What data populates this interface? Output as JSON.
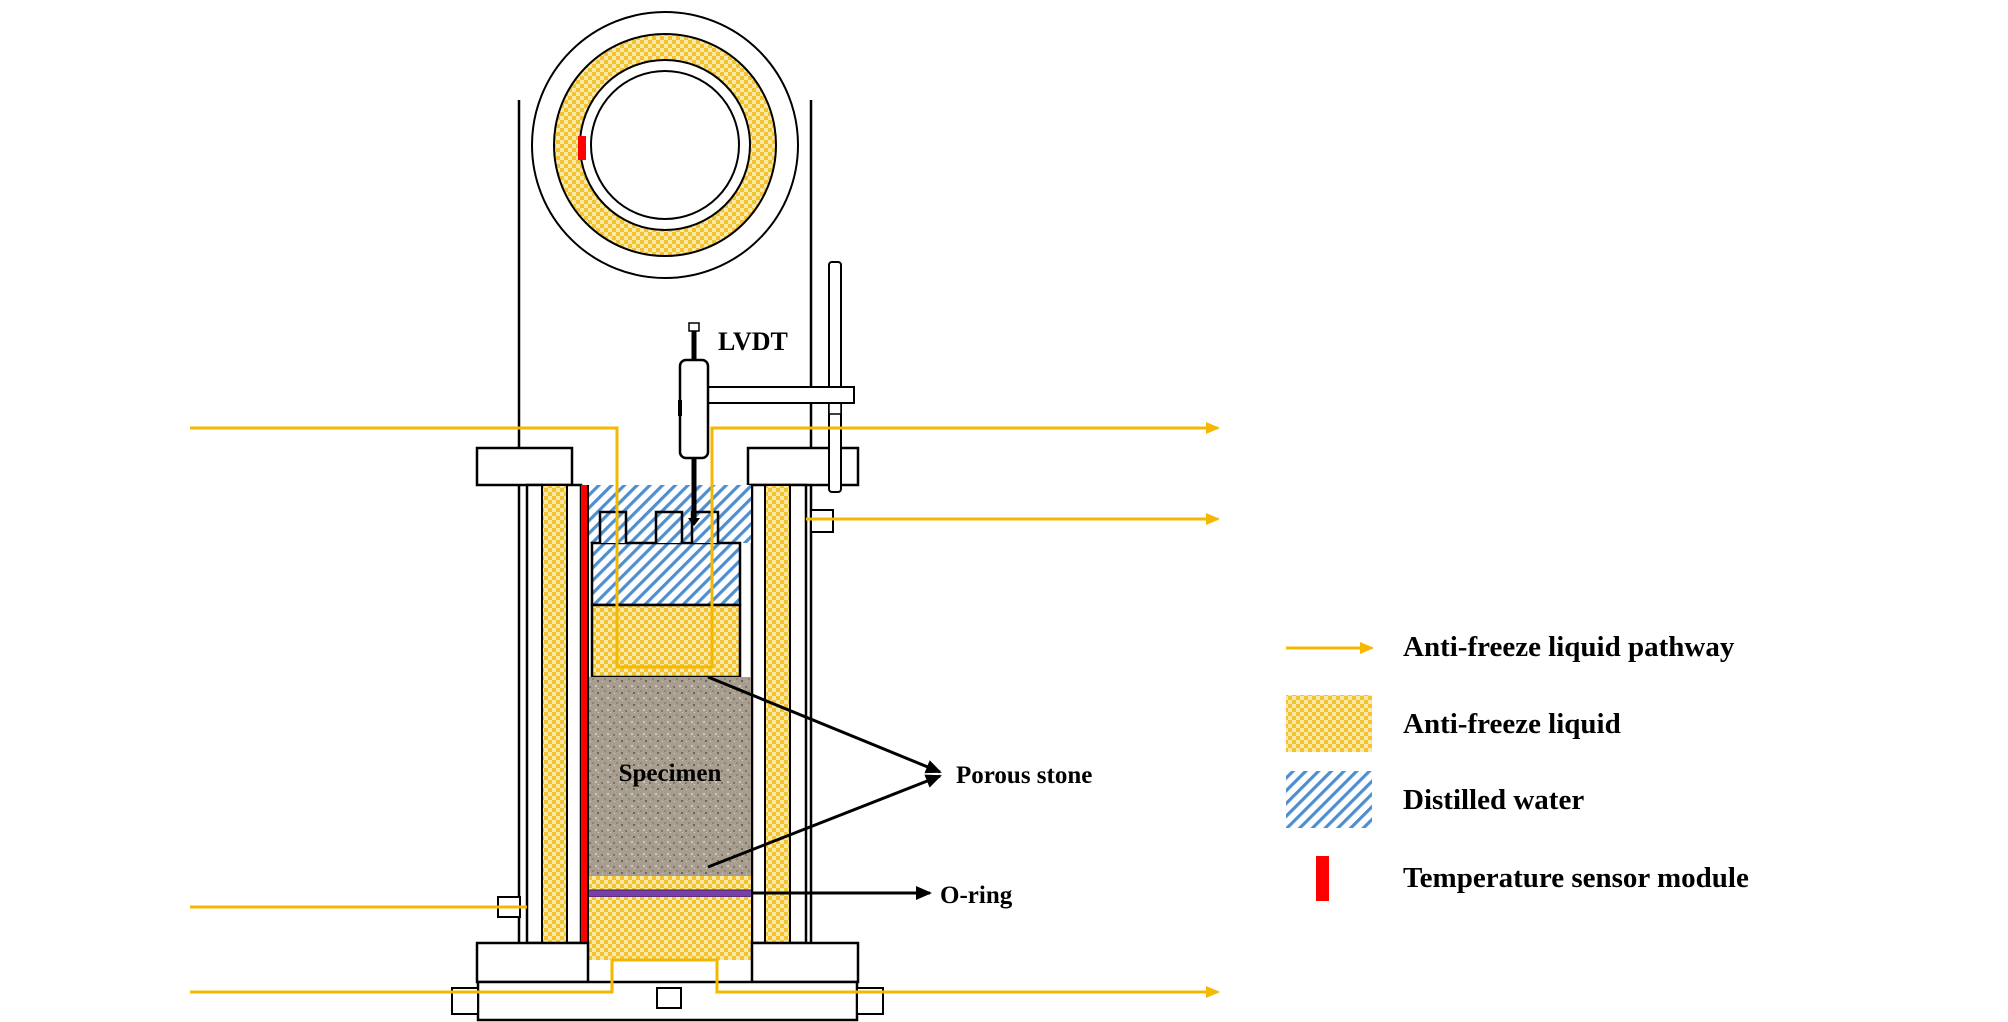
{
  "labels": {
    "lvdt": "LVDT",
    "specimen": "Specimen",
    "porous_stone": "Porous stone",
    "o_ring": "O-ring"
  },
  "legend": {
    "items": [
      {
        "label": "Anti-freeze liquid pathway"
      },
      {
        "label": "Anti-freeze liquid"
      },
      {
        "label": "Distilled water"
      },
      {
        "label": "Temperature sensor module"
      }
    ]
  },
  "colors": {
    "antifreeze_line": "#F5B800",
    "antifreeze_fill": "#F2C230",
    "water_hatch": "#4F8FD0",
    "sensor": "#FF0000",
    "specimen": "#A79E90",
    "o_ring": "#7B3FA8"
  }
}
